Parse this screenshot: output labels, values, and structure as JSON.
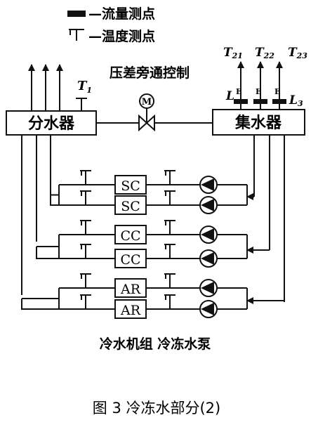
{
  "legend": {
    "flow_label": "—流量测点",
    "temp_label": "—温度测点"
  },
  "valve_label": "压差旁通控制",
  "valve_symbol": "M",
  "supply_header": "分水器",
  "return_header": "集水器",
  "t1": {
    "main": "T",
    "sub": "1"
  },
  "outlets": [
    {
      "main": "T",
      "sub": "21"
    },
    {
      "main": "T",
      "sub": "22"
    },
    {
      "main": "T",
      "sub": "23"
    }
  ],
  "flow_points": {
    "l_main": "L",
    "l_sub": "3",
    "meter_letter": "E"
  },
  "units": [
    "SC",
    "SC",
    "CC",
    "CC",
    "AR",
    "AR"
  ],
  "caption_units": "冷水机组  冷冻水泵",
  "figure_caption": "图 3   冷冻水部分(2)"
}
